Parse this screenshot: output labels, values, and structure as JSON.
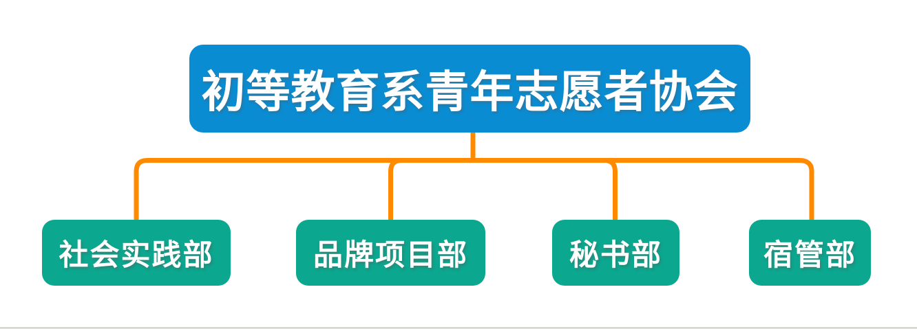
{
  "colors": {
    "root_fill": "#0a8cd2",
    "dept_fill": "#0ba78f",
    "connector": "#ff8a00",
    "node_text": "#ffffff",
    "baseline": "#c7cbc3",
    "background": "#ffffff"
  },
  "org_chart": {
    "type": "organization-chart",
    "root": {
      "label": "初等教育系青年志愿者协会"
    },
    "departments": [
      {
        "label": "社会实践部"
      },
      {
        "label": "品牌项目部"
      },
      {
        "label": "秘书部"
      },
      {
        "label": "宿管部"
      }
    ]
  }
}
